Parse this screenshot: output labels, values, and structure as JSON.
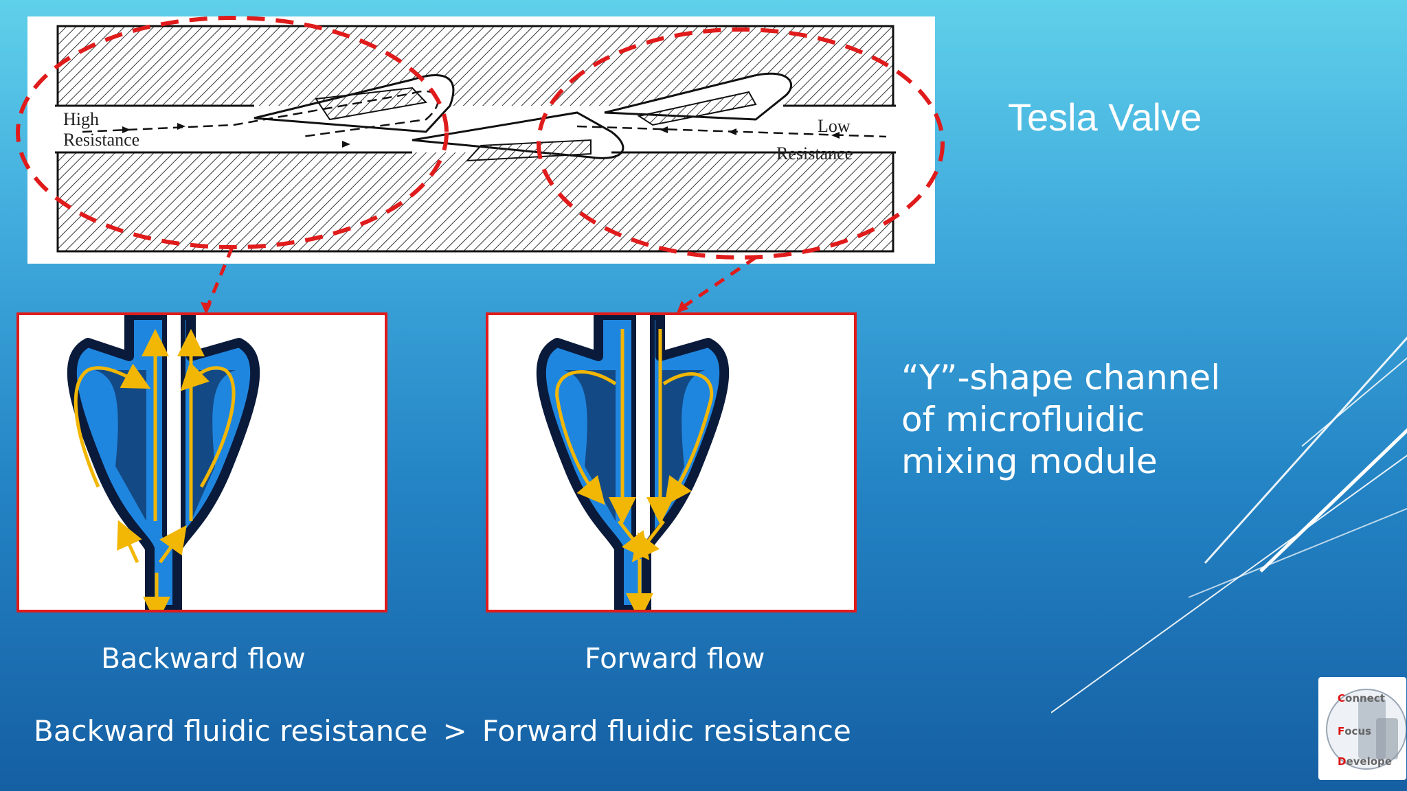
{
  "title": "Tesla Valve",
  "description_lines": [
    "“Y”-shape channel",
    "of microfluidic",
    "mixing module"
  ],
  "figure_labels": {
    "high": "High",
    "high_resistance": "Resistance",
    "low": "Low",
    "low_resistance": "Resistance"
  },
  "captions": {
    "backward": "Backward flow",
    "forward": "Forward flow"
  },
  "summary": {
    "left": "Backward fluidic resistance",
    "operator": ">",
    "right": "Forward fluidic resistance"
  },
  "logo": {
    "c_initial": "C",
    "c_rest": "onnect",
    "f_initial": "F",
    "f_rest": "ocus",
    "d_initial": "D",
    "d_rest": "evelope"
  },
  "colors": {
    "highlight_red": "#e01b1b",
    "flow_arrow": "#f2b705",
    "channel_blue": "#1f86e0",
    "background_top": "#5fd0ea",
    "background_bottom": "#155fa3"
  }
}
